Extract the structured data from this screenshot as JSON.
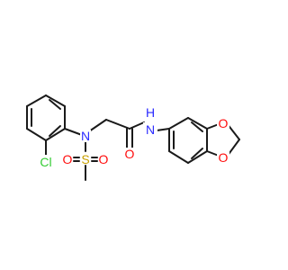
{
  "molecule": {
    "colors": {
      "bond": "#1a1a1a",
      "N": "#2a2aff",
      "O": "#ff0d0d",
      "S": "#c8a000",
      "Cl": "#33cc33"
    },
    "atom_labels": {
      "cl": "Cl",
      "n_sulfonamide": "N",
      "s": "S",
      "o_s_left": "O",
      "o_s_right": "O",
      "o_carbonyl": "O",
      "n_amide": "N",
      "h_amide": "H",
      "o_dioxole_top": "O",
      "o_dioxole_bottom": "O"
    }
  }
}
